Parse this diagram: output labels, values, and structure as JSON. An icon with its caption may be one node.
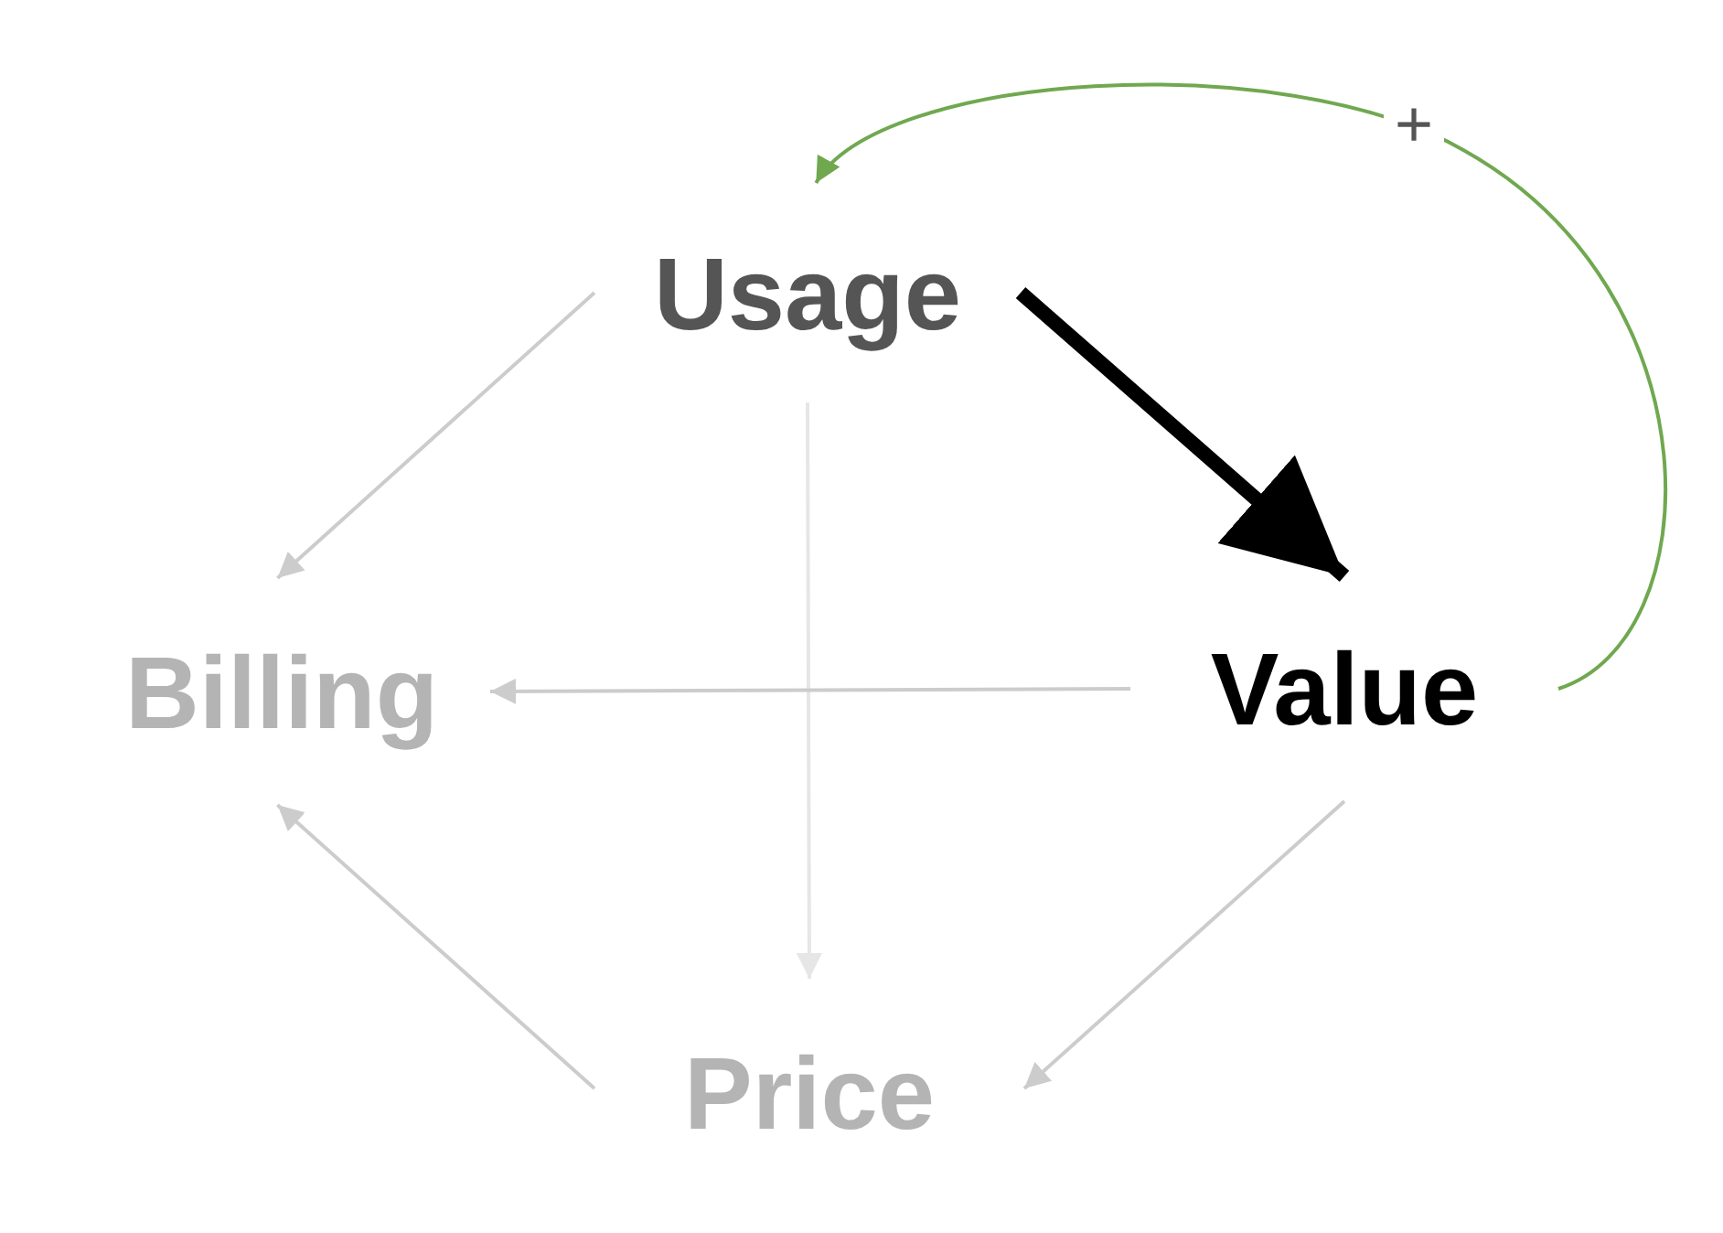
{
  "diagram": {
    "nodes": [
      {
        "text": [
          "Usage"
        ]
      },
      {
        "text": [
          "Billing"
        ]
      },
      {
        "text": [
          "Value"
        ]
      },
      {
        "text": [
          "Price"
        ]
      }
    ],
    "edges": [
      {
        "from": 0,
        "to": 1,
        "arrow": "to"
      },
      {
        "from": 0,
        "to": 3,
        "arrow": "to",
        "color": "#e6e6e6"
      },
      {
        "from": 0,
        "to": 2,
        "arrow": "to",
        "style": "thick",
        "color": "#000000"
      },
      {
        "from": 2,
        "to": 1,
        "arrow": "to"
      },
      {
        "from": 2,
        "to": 3,
        "arrow": "to"
      },
      {
        "from": 3,
        "to": 1,
        "arrow": "to"
      },
      {
        "from": 2,
        "to": 0,
        "arrow": "to",
        "label": "+",
        "color": "#70a850"
      }
    ]
  }
}
